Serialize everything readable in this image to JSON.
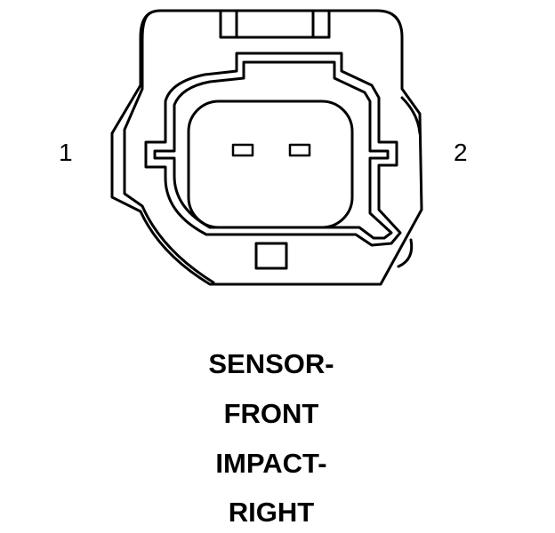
{
  "diagram": {
    "pins": [
      {
        "number": "1"
      },
      {
        "number": "2"
      }
    ],
    "caption_lines": [
      "SENSOR-",
      "FRONT",
      "IMPACT-",
      "RIGHT"
    ],
    "colors": {
      "line": "#000000",
      "background": "#ffffff"
    }
  }
}
